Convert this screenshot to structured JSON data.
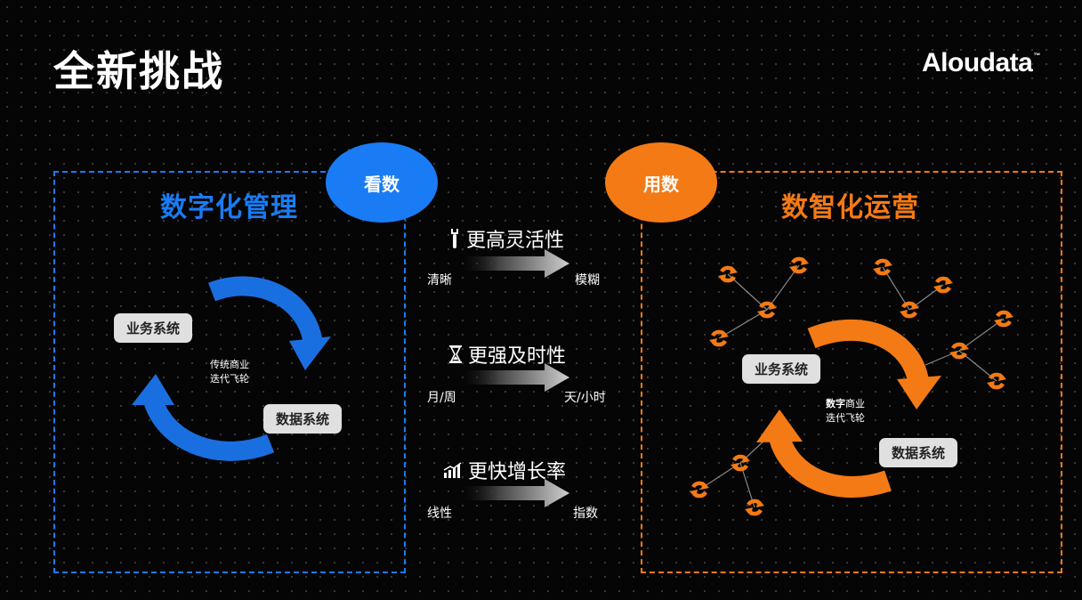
{
  "slide": {
    "title": "全新挑战",
    "logo_text": "Aloudata",
    "logo_tm": "™"
  },
  "left": {
    "bubble": "看数",
    "title": "数字化管理",
    "tag_business": "业务系统",
    "tag_data": "数据系统",
    "center_line1": "传统商业",
    "center_line2": "迭代飞轮"
  },
  "right": {
    "bubble": "用数",
    "title": "数智化运营",
    "tag_business": "业务系统",
    "tag_data": "数据系统",
    "center_bold": "数字",
    "center_rest": "商业",
    "center_line2": "迭代飞轮"
  },
  "middle": [
    {
      "icon": "wrench-icon",
      "heading": "更高灵活性",
      "from": "清晰",
      "to": "模糊"
    },
    {
      "icon": "hourglass-icon",
      "heading": "更强及时性",
      "from": "月/周",
      "to": "天/小时"
    },
    {
      "icon": "growth-chart-icon",
      "heading": "更快增长率",
      "from": "线性",
      "to": "指数"
    }
  ],
  "colors": {
    "blue": "#1a7cf5",
    "orange": "#f47a15",
    "background": "#050505"
  }
}
